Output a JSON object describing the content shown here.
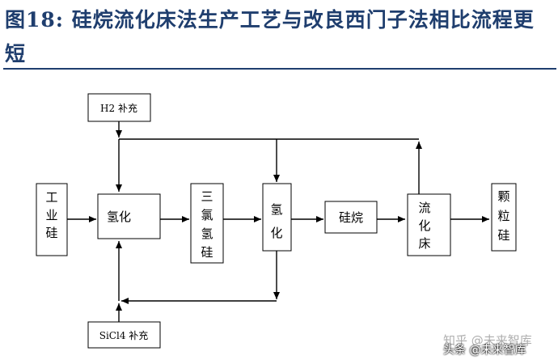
{
  "title": "图18:  硅烷流化床法生产工艺与改良西门子法相比流程更短",
  "nodes": {
    "h2_supply": "H2  补充",
    "industrial_si": [
      "工",
      "业",
      "硅"
    ],
    "hydro_1": "氢化",
    "trichlorosilane": [
      "三",
      "氯",
      "氢",
      "硅"
    ],
    "hydro_2": [
      "氢",
      "化"
    ],
    "silane": "硅烷",
    "fluidized_bed": [
      "流",
      "化",
      "床"
    ],
    "granular_si": [
      "颗",
      "粒",
      "硅"
    ],
    "sicl4_supply": "SiCl4 补充"
  },
  "watermark": "知乎 @未来智库",
  "credit": "头条 @未来智库"
}
